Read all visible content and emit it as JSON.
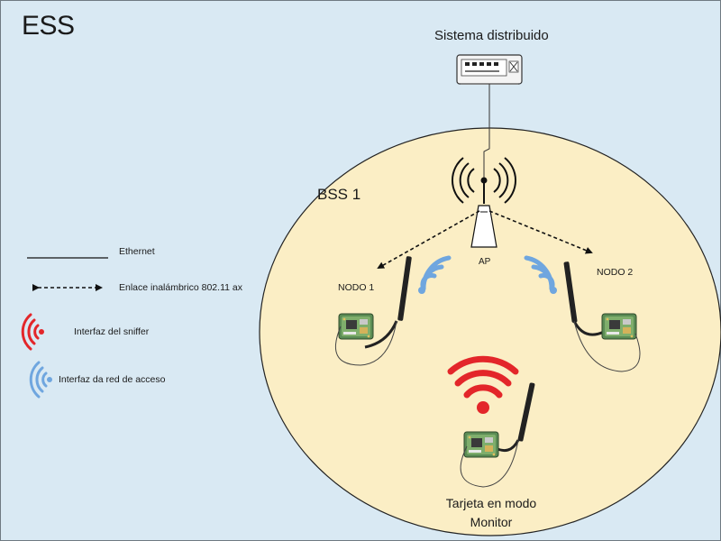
{
  "diagram": {
    "ess_label": "ESS",
    "distribution_label": "Sistema distribuido",
    "bss_label": "BSS 1",
    "ap_label": "AP",
    "node1_label": "NODO 1",
    "node2_label": "NODO 2",
    "monitor_label": "Tarjeta en modo Monitor"
  },
  "legend": {
    "ethernet": "Ethernet",
    "wireless": "Enlace inalámbrico 802.11 ax",
    "sniffer": "Interfaz del sniffer",
    "access": "Interfaz da red de acceso"
  },
  "colors": {
    "background": "#d9e9f3",
    "bss_fill": "#fbeec5",
    "sniffer_red": "#e3262a",
    "access_blue": "#6fa6df",
    "board_green": "#5b8c55"
  }
}
